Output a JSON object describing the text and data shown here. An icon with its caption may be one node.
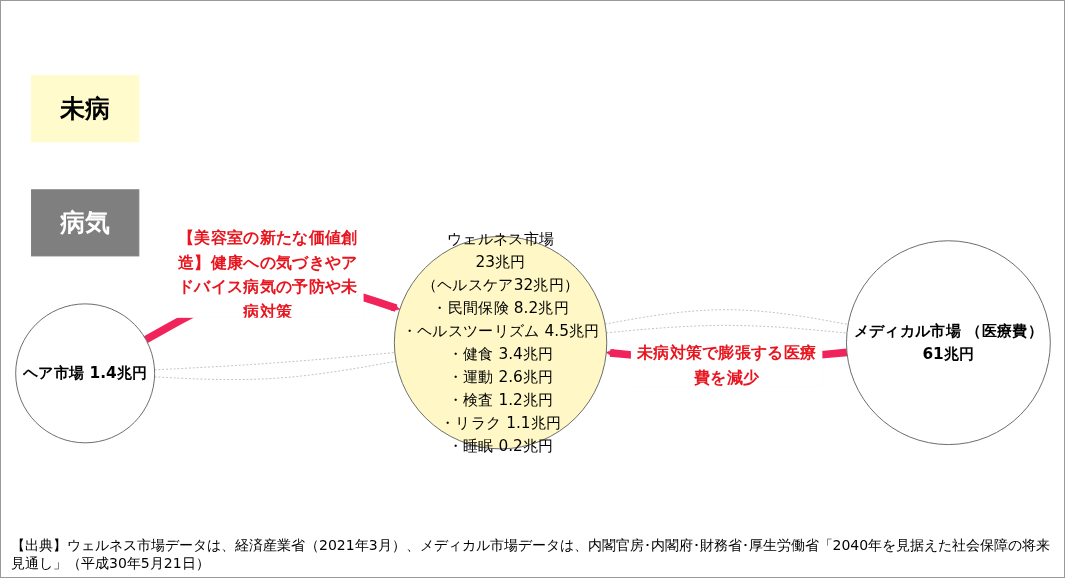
{
  "diagram": {
    "caption": "【出典】ウェルネス市場データは、経済産業省（2021年3月）、メディカル市場データは、内閣官房･内閣府･財務省･厚生労働省「2040年を見据えた社会保障の将来見通し」（平成30年5月21日）",
    "nodes": [
      {
        "text": [
          "未病"
        ]
      },
      {
        "text": [
          "病気"
        ]
      },
      {
        "text": [
          "ヘア市場 1.4兆円"
        ]
      },
      {
        "text": [
          "ウェルネス市場",
          "23兆円",
          "（ヘルスケア32兆円）",
          "・民間保険 8.2兆円",
          "・ヘルスツーリズム 4.5兆円",
          "・健食 3.4兆円",
          "・運動 2.6兆円",
          "・検査 1.2兆円",
          "・リラク 1.1兆円",
          "・睡眠 0.2兆円"
        ]
      },
      {
        "text": [
          "メディカル市場 （医療費）",
          "61兆円"
        ]
      }
    ],
    "edges": [
      {
        "from": 2,
        "to": 3,
        "arrow": "to",
        "label": "【美容室の新たな価値創造】健康への気づきやアドバイス病気の予防や未病対策",
        "style": "thick",
        "color": "#f0245a"
      },
      {
        "from": 4,
        "to": 3,
        "arrow": "to",
        "label": "未病対策で膨張する医療費を減少",
        "style": "thick",
        "color": "#f0245a"
      },
      {
        "from": 2,
        "to": 3,
        "arrow": "none",
        "style": "dashed",
        "color": "#bfbfbf"
      },
      {
        "from": 2,
        "to": 3,
        "arrow": "none",
        "style": "dashed",
        "color": "#bfbfbf"
      },
      {
        "from": 3,
        "to": 4,
        "arrow": "none",
        "style": "dashed",
        "color": "#bfbfbf"
      },
      {
        "from": 3,
        "to": 4,
        "arrow": "none",
        "style": "dashed",
        "color": "#bfbfbf"
      }
    ]
  }
}
